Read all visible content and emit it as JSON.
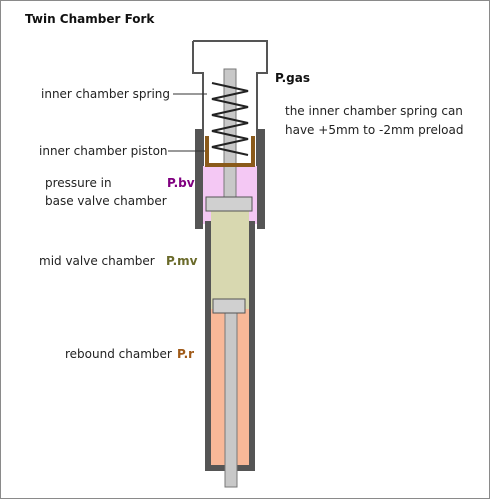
{
  "title": "Twin Chamber Fork",
  "labels": {
    "inner_spring": "inner chamber spring",
    "inner_piston": "inner chamber piston",
    "base_valve_line1": "pressure in",
    "base_valve_line2": "base valve chamber",
    "mid_valve": "mid valve chamber",
    "rebound": "rebound chamber"
  },
  "pressures": {
    "gas": "P.gas",
    "base_valve": "P.bv",
    "mid_valve": "P.mv",
    "rebound": "P.r"
  },
  "note": {
    "line1": "the inner chamber spring can",
    "line2": "have +5mm to -2mm preload"
  },
  "colors": {
    "tube_wall": "#555555",
    "base_valve_fill": "#f4c8f4",
    "mid_valve_fill": "#d8d8b0",
    "rebound_fill": "#f8b898",
    "piston_cup": "#8a5a1a",
    "rod": "#c8c8c8",
    "p_gas": "#111111",
    "p_bv": "#800080",
    "p_mv": "#6a6a2a",
    "p_r": "#a05a18"
  }
}
